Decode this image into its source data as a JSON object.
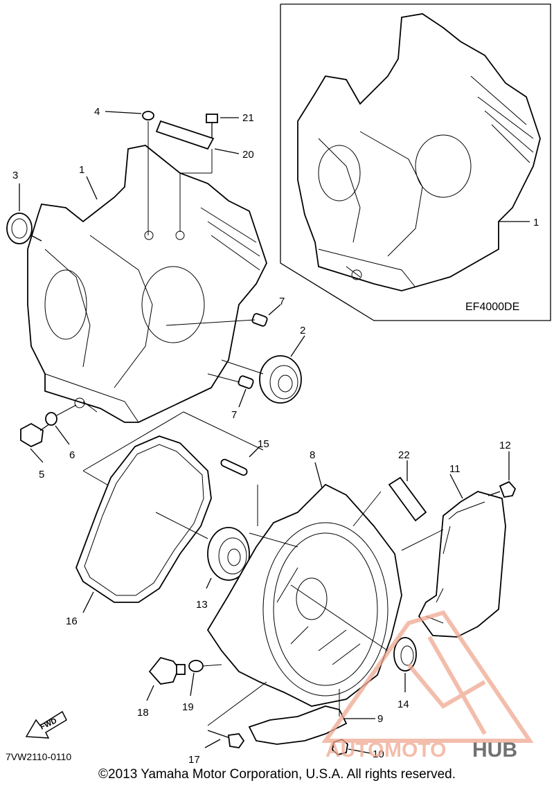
{
  "diagram": {
    "model_label": "EF4000DE",
    "part_number": "7VW2110-0110",
    "copyright": "©2013 Yamaha Motor Corporation, U.S.A. All rights reserved.",
    "fwd_label": "FWD",
    "callouts": {
      "c1a": "1",
      "c1b": "1",
      "c2": "2",
      "c3": "3",
      "c4": "4",
      "c5": "5",
      "c6": "6",
      "c7a": "7",
      "c7b": "7",
      "c8": "8",
      "c9": "9",
      "c10": "10",
      "c11": "11",
      "c12": "12",
      "c13": "13",
      "c14": "14",
      "c15": "15",
      "c16": "16",
      "c17": "17",
      "c18": "18",
      "c19": "19",
      "c20": "20",
      "c21": "21",
      "c22": "22"
    }
  },
  "watermark": {
    "part_auto": "AUTO",
    "part_moto": "MOTO",
    "part_hub": "HUB",
    "color_main": "#f0a78f",
    "color_hub": "#444444"
  }
}
